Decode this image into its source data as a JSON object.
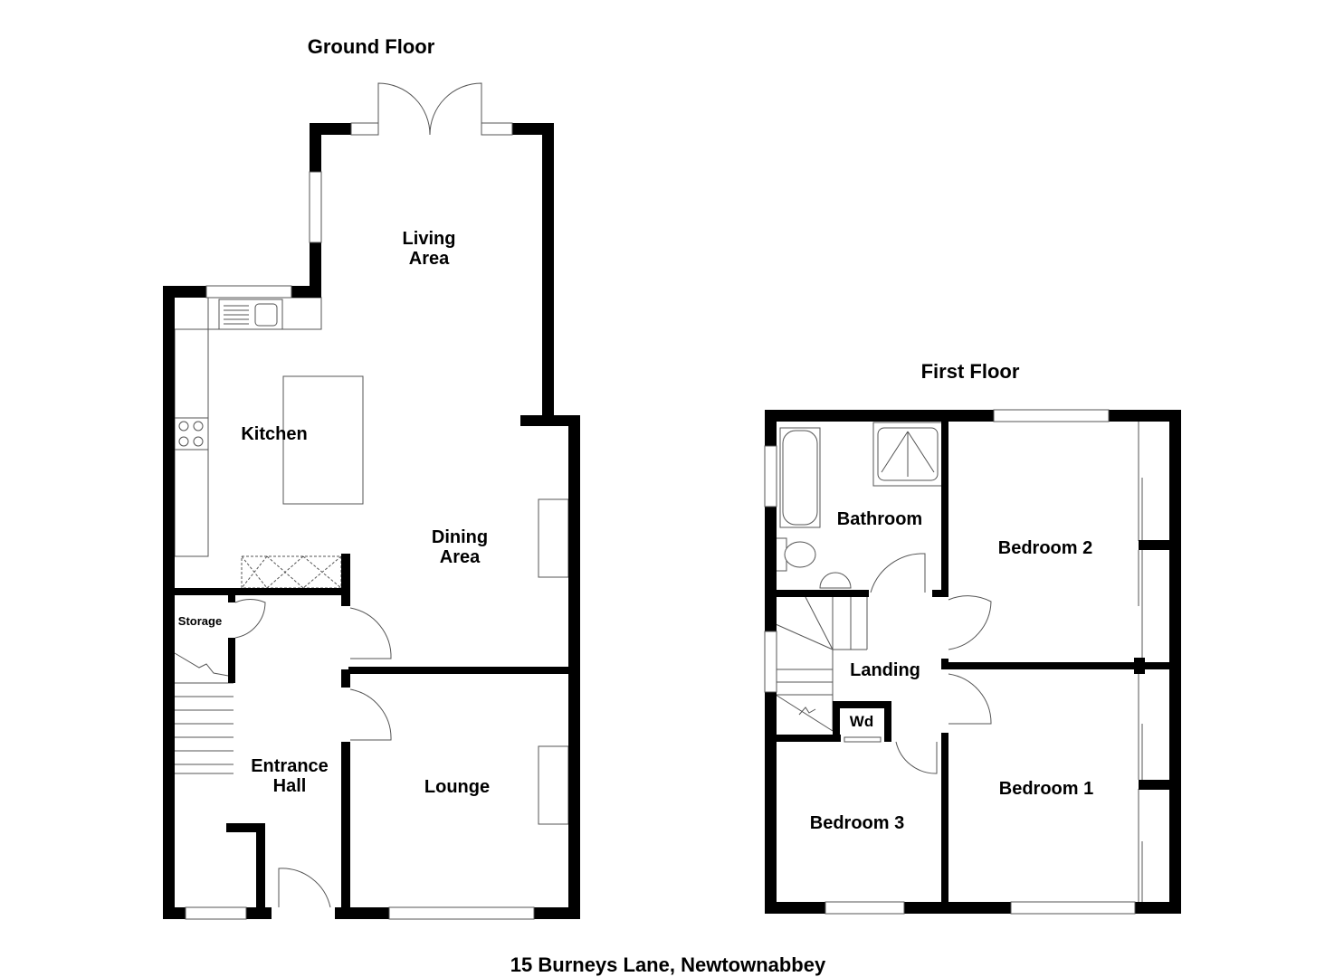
{
  "ground_floor": {
    "title": "Ground Floor",
    "rooms": {
      "living_1": "Living",
      "living_2": "Area",
      "kitchen": "Kitchen",
      "dining_1": "Dining",
      "dining_2": "Area",
      "storage": "Storage",
      "hall_1": "Entrance",
      "hall_2": "Hall",
      "lounge": "Lounge"
    }
  },
  "first_floor": {
    "title": "First Floor",
    "rooms": {
      "bathroom": "Bathroom",
      "bedroom2": "Bedroom 2",
      "landing": "Landing",
      "wd": "Wd",
      "bedroom3": "Bedroom 3",
      "bedroom1": "Bedroom 1"
    }
  },
  "address": "15 Burneys Lane, Newtownabbey",
  "colors": {
    "wall": "#000000",
    "fixture": "#555555"
  }
}
